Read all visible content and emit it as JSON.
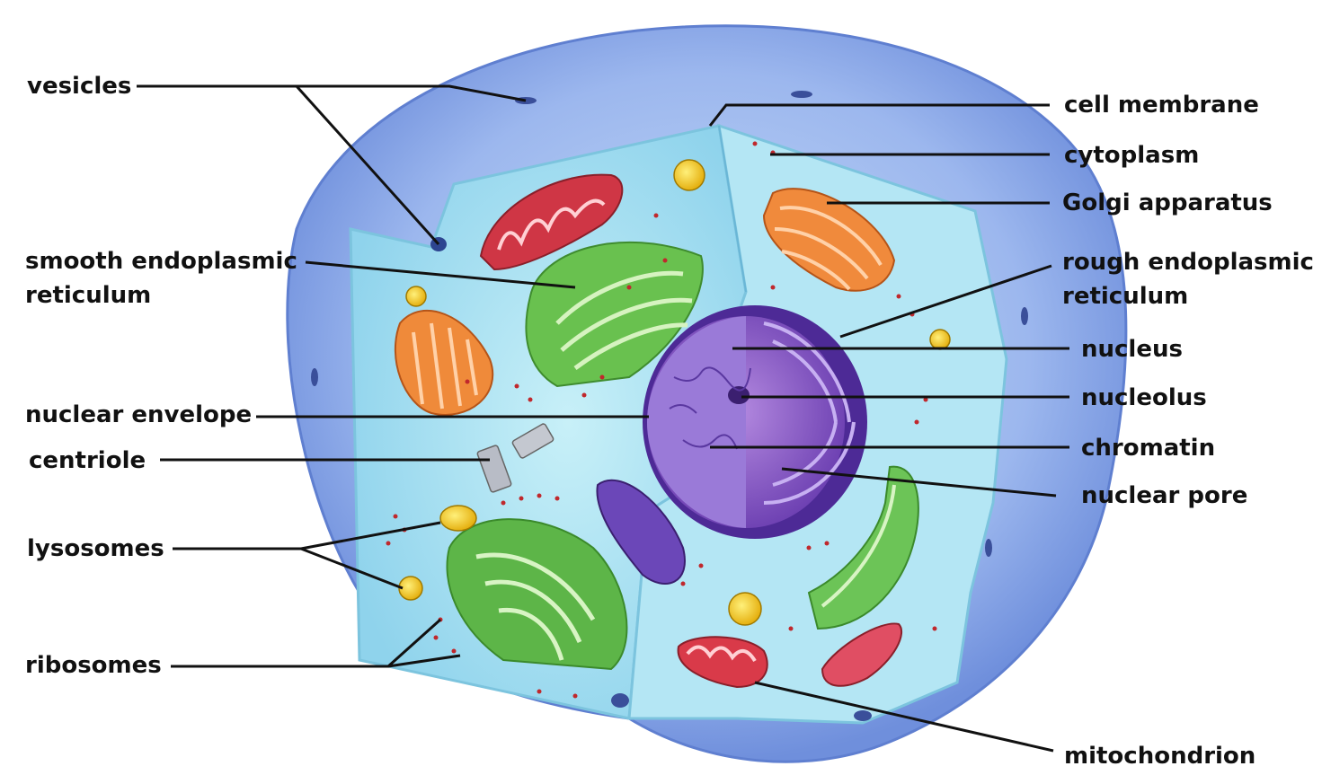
{
  "labels": {
    "left": {
      "vesicles": "vesicles",
      "ser_line1": "smooth endoplasmic",
      "ser_line2": "reticulum",
      "nuclear_envelope": "nuclear envelope",
      "centriole": "centriole",
      "lysosomes": "lysosomes",
      "ribosomes": "ribosomes"
    },
    "right": {
      "cell_membrane": "cell membrane",
      "cytoplasm": "cytoplasm",
      "golgi": "Golgi apparatus",
      "rer_line1": "rough endoplasmic",
      "rer_line2": "reticulum",
      "nucleus": "nucleus",
      "nucleolus": "nucleolus",
      "chromatin": "chromatin",
      "nuclear_pore": "nuclear pore",
      "mitochondrion": "mitochondrion"
    }
  },
  "colors": {
    "membrane": "#7f9fe0",
    "cytoplasm": "#a8e0f0",
    "nucleus": "#7a4fc0",
    "golgi": "#f08a3c",
    "er_green": "#5fb84a",
    "mitochondrion": "#d23c4a",
    "lysosome": "#f2c418",
    "ribosome": "#c0282c"
  }
}
